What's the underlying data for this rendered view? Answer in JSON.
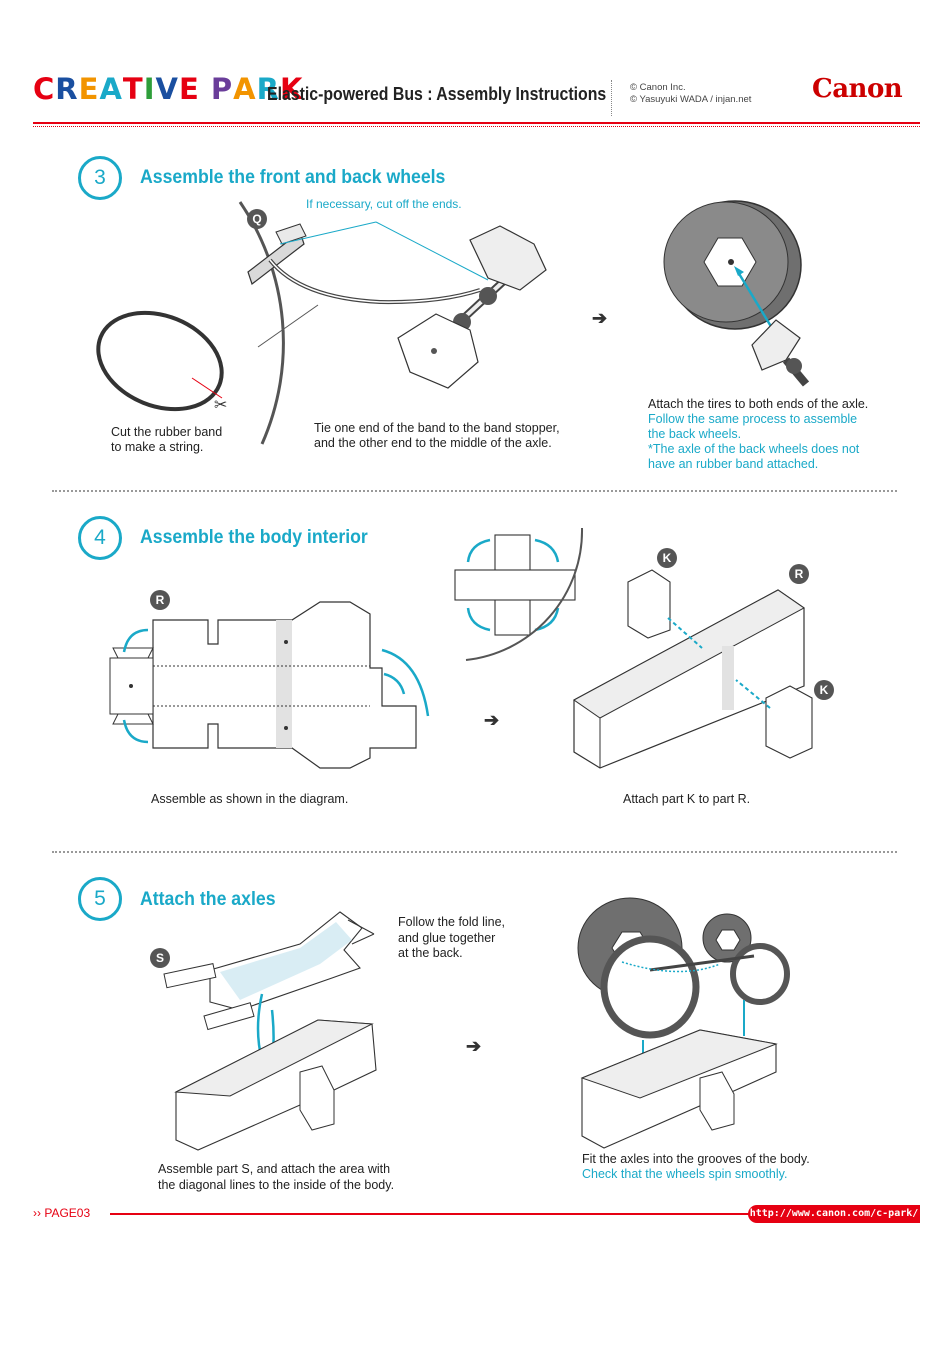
{
  "header": {
    "logo_text": "CREATIVE PARK",
    "title": "Elastic-powered Bus : Assembly Instructions",
    "copyright1": "© Canon Inc.",
    "copyright2": "© Yasuyuki WADA / injan.net",
    "brand": "Canon"
  },
  "colors": {
    "accent": "#1aa9c8",
    "brand_red": "#e60012",
    "part_gray": "#d9d9d9",
    "tire_gray": "#777777"
  },
  "step3": {
    "number": "3",
    "title": "Assemble the front and back wheels",
    "part_badge": "Q",
    "note_cut": "If necessary, cut off the ends.",
    "cap_band_1": "Cut the rubber band",
    "cap_band_2": "to make a string.",
    "cap_tie_1": "Tie one end of the band to the band stopper,",
    "cap_tie_2": "and the other end to the middle of the axle.",
    "cap_tire_1": "Attach the tires to both ends of the axle.",
    "cap_tire_2": "Follow the same process to assemble",
    "cap_tire_3": "the back wheels.",
    "cap_tire_4": "*The axle of the back wheels does not",
    "cap_tire_5": "have an rubber band attached."
  },
  "step4": {
    "number": "4",
    "title": "Assemble the body interior",
    "badge_r1": "R",
    "badge_k1": "K",
    "badge_r2": "R",
    "badge_k2": "K",
    "cap_left": "Assemble as shown in the diagram.",
    "cap_right": "Attach part K to part R."
  },
  "step5": {
    "number": "5",
    "title": "Attach the axles",
    "badge_s": "S",
    "cap_fold_1": "Follow the fold line,",
    "cap_fold_2": "and glue together",
    "cap_fold_3": "at the back.",
    "cap_left_1": "Assemble part S, and attach the area with",
    "cap_left_2": "the diagonal lines to the inside of the body.",
    "cap_right_1": "Fit the axles into the grooves of the body.",
    "cap_right_2": "Check that the wheels spin smoothly."
  },
  "footer": {
    "page_label": "›› PAGE03",
    "url": "http://www.canon.com/c-park/"
  }
}
